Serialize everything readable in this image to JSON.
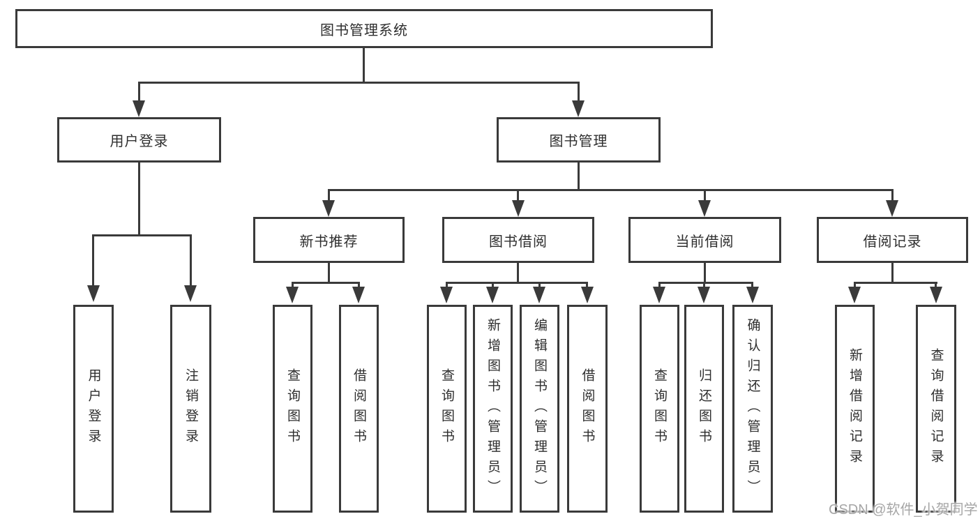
{
  "title": "图书管理系统",
  "watermark": "CSDN @软件_小贺同学",
  "colors": {
    "line": "#3a3a3a",
    "text": "#2e2e2e",
    "box_background": "#ffffff",
    "page_background": "#ffffff",
    "watermark": "#a6a6a6"
  },
  "tree": {
    "root": {
      "label": "图书管理系统"
    },
    "branches": [
      {
        "label": "用户登录",
        "children": [
          "用户登录",
          "注销登录"
        ]
      },
      {
        "label": "图书管理",
        "sections": [
          {
            "label": "新书推荐",
            "children": [
              "查询图书",
              "借阅图书"
            ]
          },
          {
            "label": "图书借阅",
            "children": [
              "查询图书",
              "新增图书（管理员）",
              "编辑图书（管理员）",
              "借阅图书"
            ]
          },
          {
            "label": "当前借阅",
            "children": [
              "查询图书",
              "归还图书",
              "确认归还（管理员）"
            ]
          },
          {
            "label": "借阅记录",
            "children": [
              "新增借阅记录",
              "查询借阅记录"
            ]
          }
        ]
      }
    ]
  }
}
